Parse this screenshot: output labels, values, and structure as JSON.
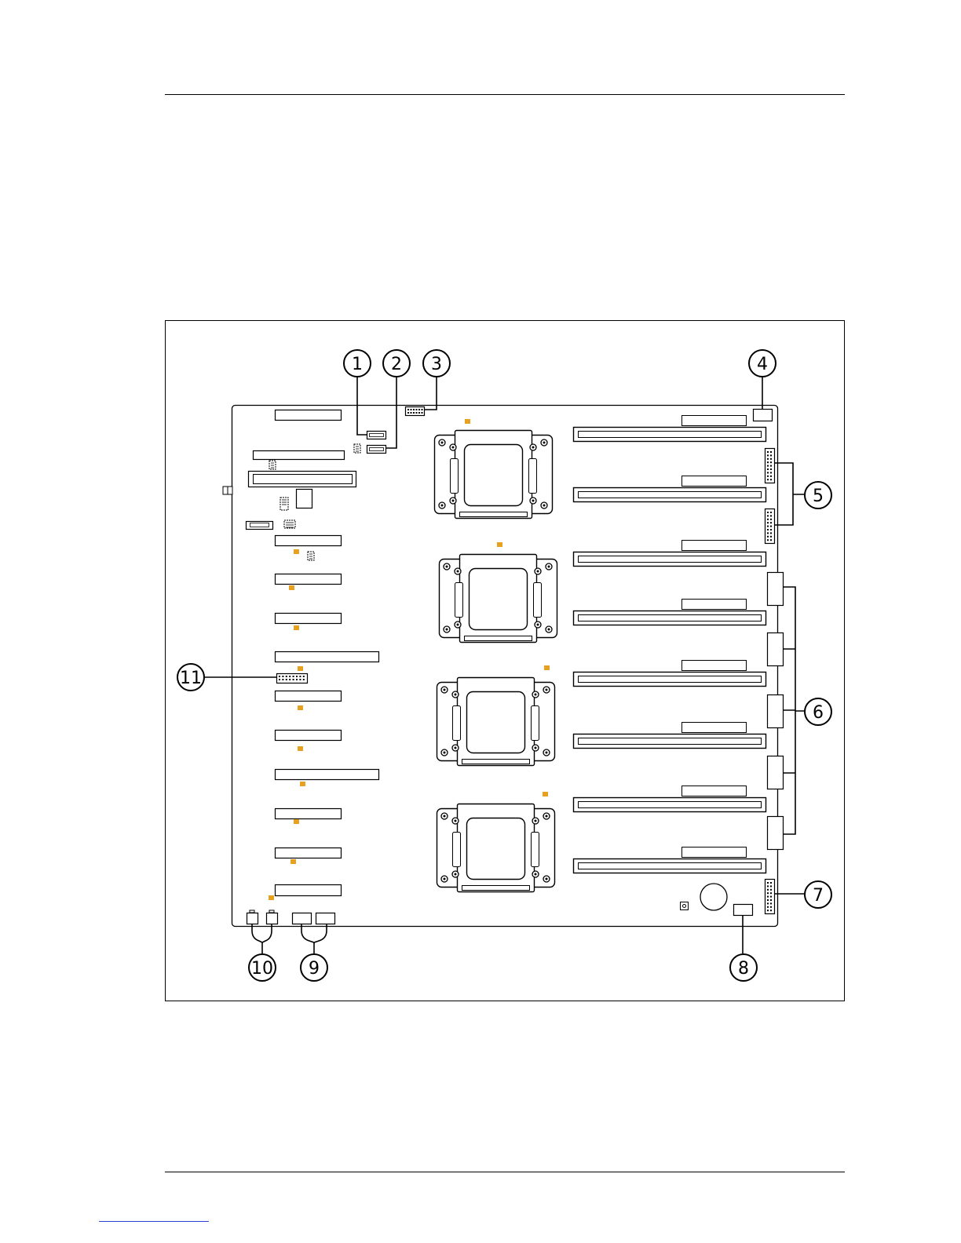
{
  "figure": {
    "callouts": [
      {
        "id": "1",
        "label": "1"
      },
      {
        "id": "2",
        "label": "2"
      },
      {
        "id": "3",
        "label": "3"
      },
      {
        "id": "4",
        "label": "4"
      },
      {
        "id": "5",
        "label": "5"
      },
      {
        "id": "6",
        "label": "6"
      },
      {
        "id": "7",
        "label": "7"
      },
      {
        "id": "8",
        "label": "8"
      },
      {
        "id": "9",
        "label": "9"
      },
      {
        "id": "10",
        "label": "10"
      },
      {
        "id": "11",
        "label": "11"
      }
    ],
    "colors": {
      "line": "#000000",
      "led": "#e8a020",
      "board": "#ffffff"
    }
  }
}
